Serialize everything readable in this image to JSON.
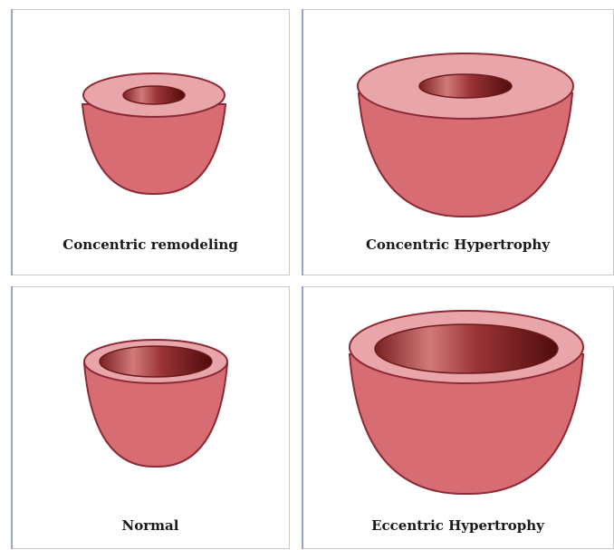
{
  "panels": {
    "concentric_remodeling": {
      "label": "Concentric remodeling"
    },
    "concentric_hypertrophy": {
      "label": "Concentric Hypertrophy"
    },
    "normal": {
      "label": "Normal"
    },
    "eccentric_hypertrophy": {
      "label": "Eccentric Hypertrophy"
    }
  },
  "colors": {
    "wall": "#d76c73",
    "rim": "#e8a6aa",
    "outline": "#8c2a36",
    "cavity_dark": "#5e1010",
    "cavity_light": "#d27a7a"
  }
}
